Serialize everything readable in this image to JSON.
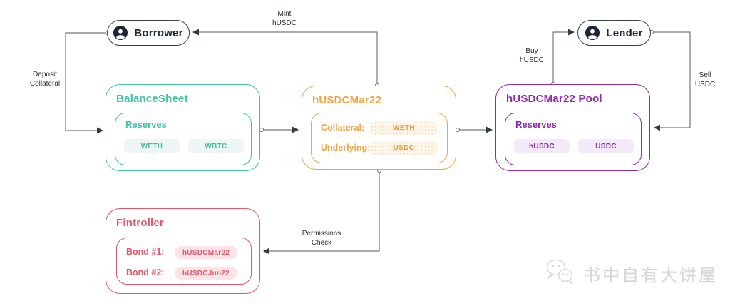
{
  "nodes": {
    "borrower": {
      "label": "Borrower"
    },
    "lender": {
      "label": "Lender"
    },
    "balance_sheet": {
      "title": "BalanceSheet",
      "section_title": "Reserves",
      "tokens": [
        "WETH",
        "WBTC"
      ]
    },
    "bond": {
      "title": "hUSDCMar22",
      "rows": [
        {
          "label": "Collateral:",
          "value": "WETH"
        },
        {
          "label": "Underlying:",
          "value": "USDC"
        }
      ]
    },
    "pool": {
      "title": "hUSDCMar22 Pool",
      "section_title": "Reserves",
      "tokens": [
        "hUSDC",
        "USDC"
      ]
    },
    "fintroller": {
      "title": "Fintroller",
      "rows": [
        {
          "label": "Bond #1:",
          "value": "hUSDCMar22"
        },
        {
          "label": "Bond #2:",
          "value": "hUSDCJun22"
        }
      ]
    }
  },
  "edges": {
    "deposit_collateral": {
      "lines": [
        "Deposit",
        "Collateral"
      ]
    },
    "mint_husdc": {
      "lines": [
        "Mint",
        "hUSDC"
      ]
    },
    "buy_husdc": {
      "lines": [
        "Buy",
        "hUSDC"
      ]
    },
    "sell_usdc": {
      "lines": [
        "Sell",
        "USDC"
      ]
    },
    "permissions_check": {
      "lines": [
        "Permissions",
        "Check"
      ]
    }
  },
  "watermark": {
    "text": "书中自有大饼屋"
  },
  "colors": {
    "teal": "#3ec1a5",
    "orange": "#f0a347",
    "purple": "#8e28ac",
    "red": "#e4576a",
    "navy": "#1f2437",
    "arrow_line": "#74787e",
    "arrow_head": "#343a46",
    "watermark_gray": "#d7d7d7"
  }
}
